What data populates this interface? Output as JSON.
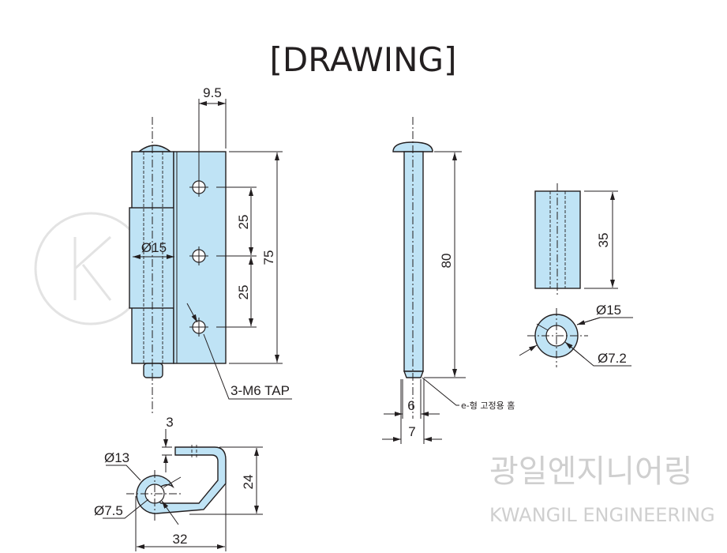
{
  "title": "[DRAWING]",
  "watermark": {
    "korean": "광일엔지니어링",
    "english": "KWANGIL ENGINEERING"
  },
  "hinge_front": {
    "dim_offset": "9.5",
    "dim_height": "75",
    "dim_pitch_top": "25",
    "dim_pitch_bottom": "25",
    "dim_diameter": "Ø15",
    "tap_note": "3-M6 TAP"
  },
  "pin": {
    "dim_length": "80",
    "groove_note": "e-형 고정용 홈",
    "dim_groove": "6",
    "dim_shaft": "7"
  },
  "bushing": {
    "dim_length": "35",
    "dim_outer": "Ø15",
    "dim_inner": "Ø7.2"
  },
  "hinge_top": {
    "dim_thickness": "3",
    "dim_outer": "Ø13",
    "dim_inner": "Ø7.5",
    "dim_width": "32",
    "dim_depth": "24"
  }
}
